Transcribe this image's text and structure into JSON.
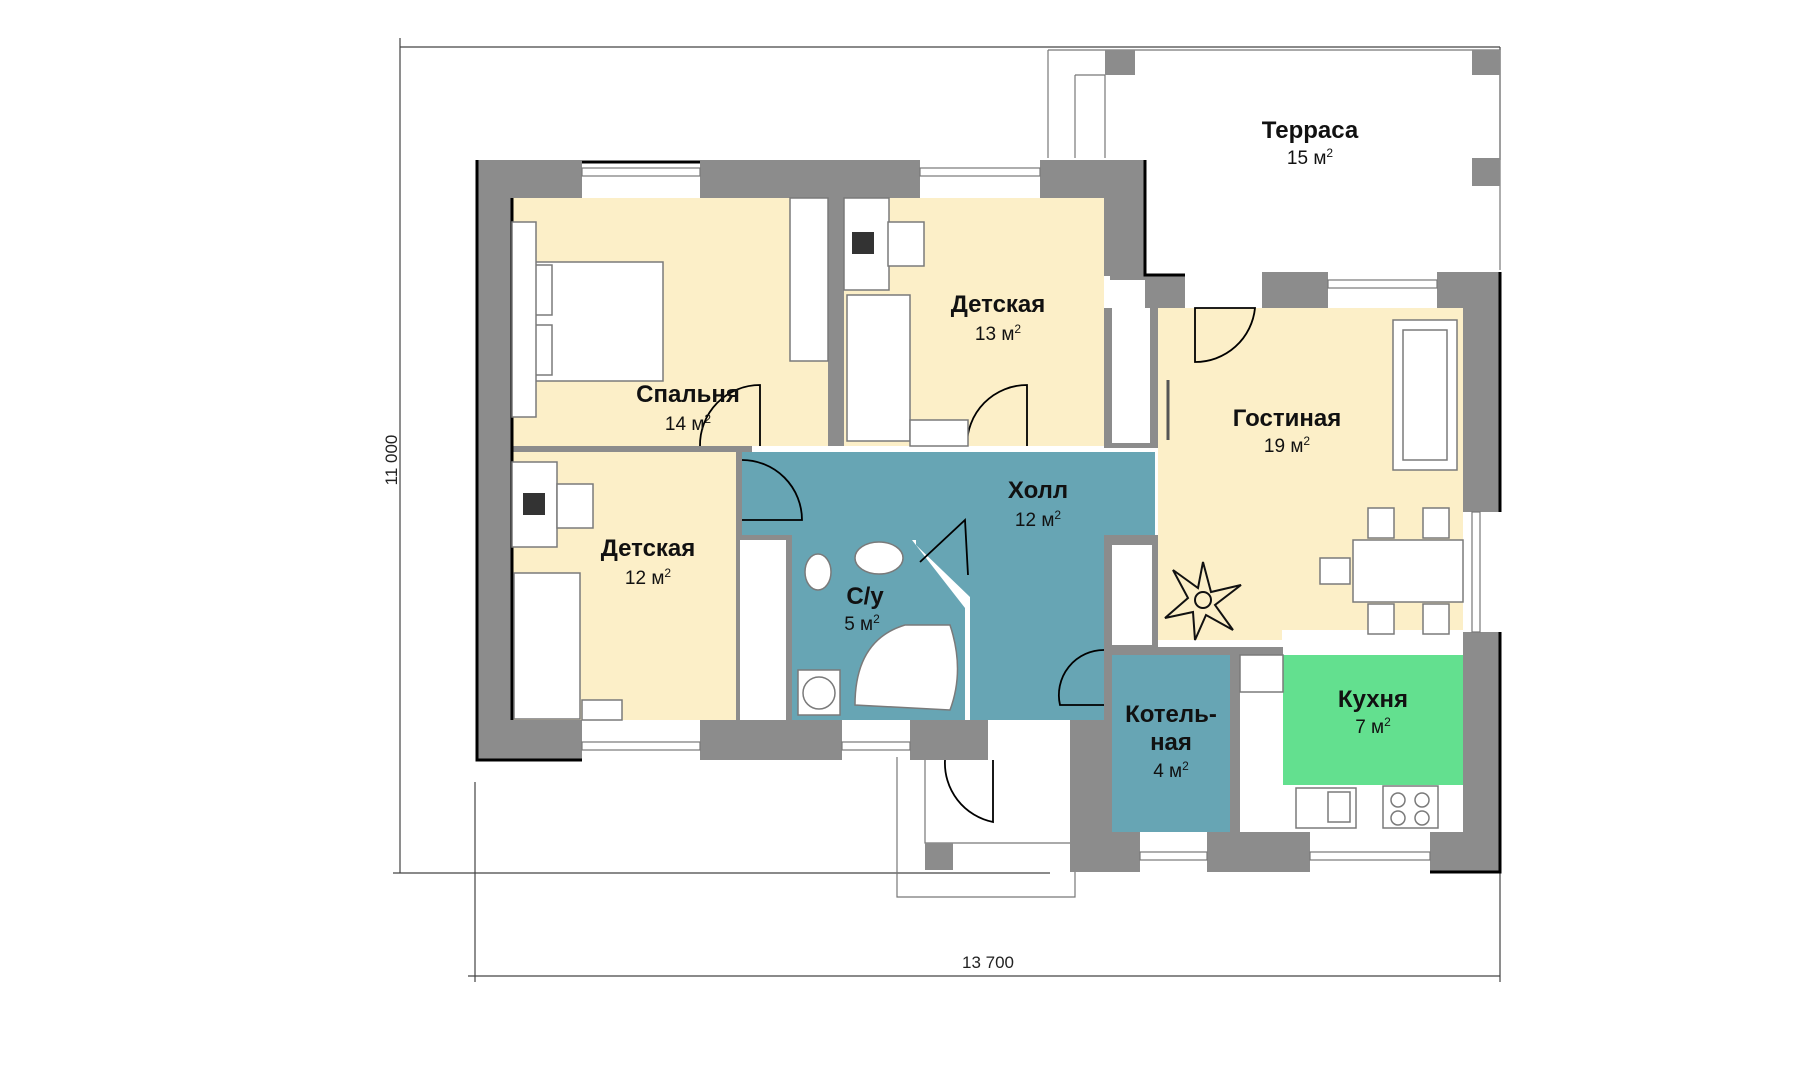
{
  "plan": {
    "dimensions": {
      "width": "13 700",
      "height": "11 000"
    },
    "area_unit": "м",
    "area_exp": "2",
    "rooms": {
      "terrace": {
        "name": "Терраса",
        "area": "15"
      },
      "bedroom": {
        "name": "Спальня",
        "area": "14"
      },
      "kids1": {
        "name": "Детская",
        "area": "13"
      },
      "kids2": {
        "name": "Детская",
        "area": "12"
      },
      "hall": {
        "name": "Холл",
        "area": "12"
      },
      "bath": {
        "name": "С/у",
        "area": "5"
      },
      "living": {
        "name": "Гостиная",
        "area": "19"
      },
      "kitchen": {
        "name": "Кухня",
        "area": "7"
      },
      "boiler": {
        "name_line1": "Котель-",
        "name_line2": "ная",
        "area": "4"
      }
    },
    "colors": {
      "bedroom_fill": "#fcefc8",
      "hall_fill": "#67a5b4",
      "kitchen_fill": "#63e08f",
      "wall_fill": "#8c8c8c"
    }
  }
}
